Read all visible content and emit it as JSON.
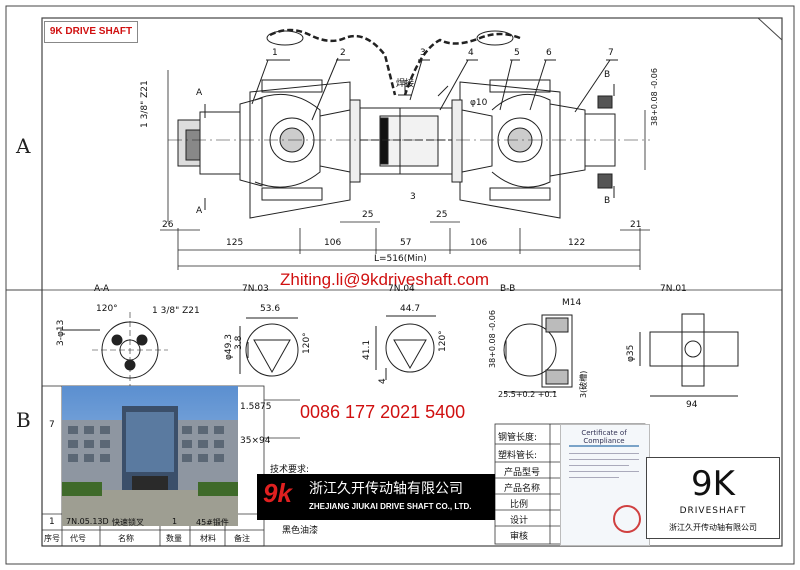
{
  "brand_tag": "9K DRIVE SHAFT",
  "watermark_email": "Zhiting.li@9kdriveshaft.com",
  "phone": "0086 177 2021 5400",
  "zones": {
    "a": "A",
    "b": "B"
  },
  "section_marks": {
    "a": "A",
    "b": "B"
  },
  "part_numbers": [
    "1",
    "2",
    "3",
    "4",
    "5",
    "6",
    "7"
  ],
  "weld_label": "焊接",
  "thread_spec": "1 3/8\" Z21",
  "phi10": "φ10",
  "dims_top": {
    "d26": "26",
    "d25a": "25",
    "d3": "3",
    "d25b": "25",
    "d21": "21",
    "tol": "38+0.08 -0.06"
  },
  "dims_bottom": [
    "125",
    "106",
    "57",
    "106",
    "122"
  ],
  "overall_length": "L=516(Min)",
  "views": {
    "aa": {
      "title": "A-A",
      "angle": "120°",
      "holes": "3-φ13",
      "thread": "1 3/8\" Z21"
    },
    "n03": {
      "title": "7N.03",
      "width": "53.6",
      "height": "φ49.3",
      "small": "3.8",
      "angle": "120°"
    },
    "n04": {
      "title": "7N.04",
      "width": "44.7",
      "height": "41.1",
      "small": "4",
      "angle": "120°"
    },
    "bb": {
      "title": "B-B",
      "bolt": "M14",
      "tol": "38+0.08 -0.06",
      "slot": "25.5+0.2 +0.1",
      "note": "3(破槽)"
    },
    "n01": {
      "title": "7N.01",
      "dia": "φ35",
      "len": "94"
    }
  },
  "table_fragment": [
    "1.5875",
    "35×94"
  ],
  "bom_rows": [
    {
      "no": "7",
      "code": "",
      "name": "",
      "qty": "",
      "mat": "",
      "note": ""
    },
    {
      "no": "1",
      "code": "7N.05.13D",
      "name": "快速锁叉",
      "qty": "1",
      "mat": "45#锻件",
      "note": ""
    }
  ],
  "bom_headers": [
    "序号",
    "代号",
    "名称",
    "数量",
    "材料",
    "备注"
  ],
  "tech_req": "技术要求:",
  "black_oil": "黑色油漆",
  "info_labels": [
    "钢管长度:",
    "塑料管长:",
    "产品型号",
    "产品名称",
    "比例",
    "设计",
    "审核"
  ],
  "logo": {
    "mark": "9K",
    "text": "DRIVESHAFT",
    "cn": "浙江久开传动轴有限公司"
  },
  "banner": {
    "mark": "9k",
    "cn": "浙江久开传动轴有限公司",
    "en": "ZHEJIANG JIUKAI DRIVE SHAFT CO., LTD."
  },
  "cert_title": "Certificate of Compliance"
}
